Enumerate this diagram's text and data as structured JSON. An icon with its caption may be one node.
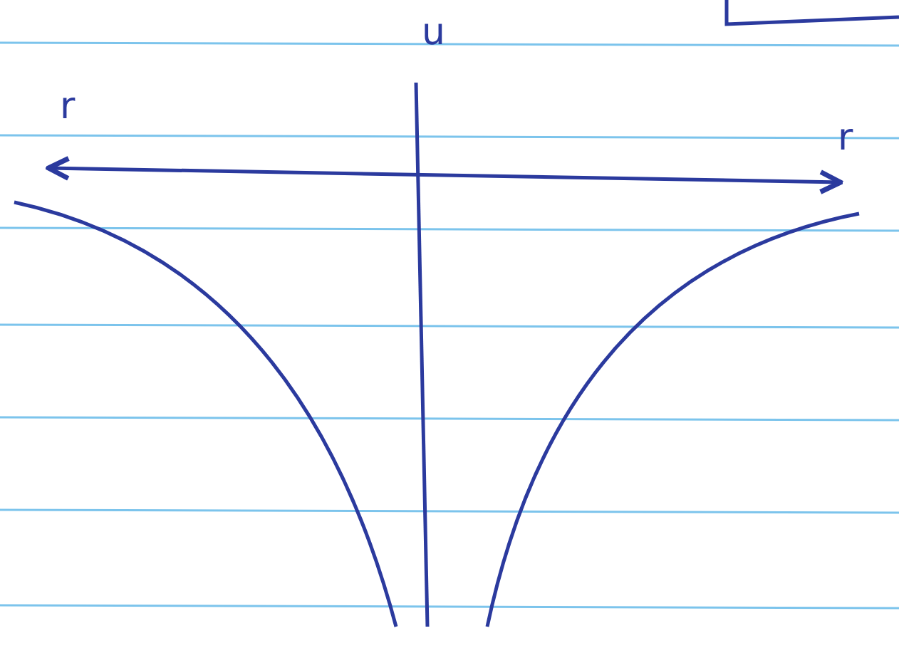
{
  "diagram": {
    "labels": [
      "u",
      "r",
      "r"
    ]
  }
}
